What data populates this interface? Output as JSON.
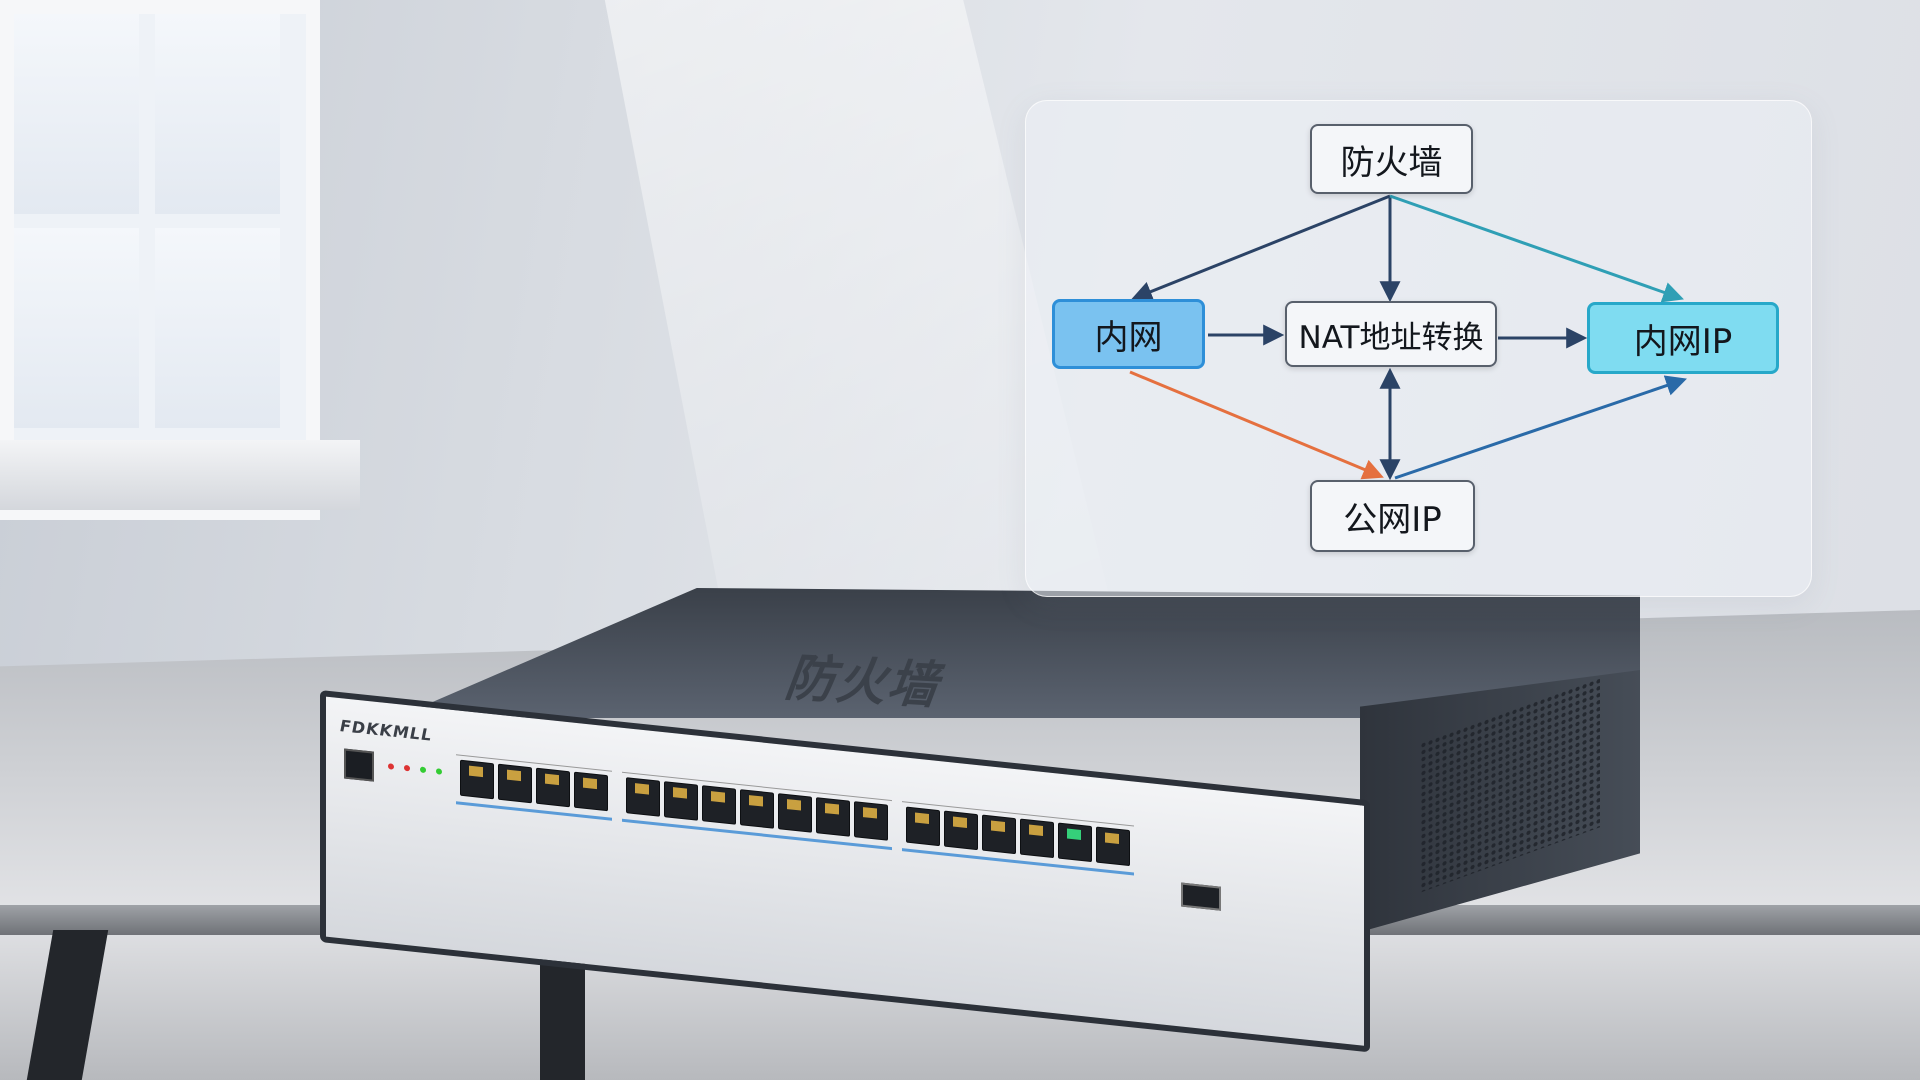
{
  "diagram": {
    "nodes": {
      "firewall": "防火墙",
      "intranet": "内网",
      "nat": "NAT地址转换",
      "intranet_ip": "内网IP",
      "public_ip": "公网IP"
    },
    "edges": [
      {
        "from": "firewall",
        "to": "intranet",
        "color": "#2b4366"
      },
      {
        "from": "firewall",
        "to": "nat",
        "color": "#2b4366"
      },
      {
        "from": "firewall",
        "to": "intranet_ip",
        "color": "#2f9fb5"
      },
      {
        "from": "intranet",
        "to": "nat",
        "color": "#2b4366"
      },
      {
        "from": "nat",
        "to": "intranet_ip",
        "color": "#2b4366"
      },
      {
        "from": "intranet",
        "to": "public_ip",
        "color": "#e5703f"
      },
      {
        "from": "nat",
        "to": "public_ip",
        "color": "#2b4366",
        "bidirectional": true
      },
      {
        "from": "public_ip",
        "to": "intranet_ip",
        "color": "#2a6aa8"
      }
    ]
  },
  "device": {
    "brand": "FDKKMLL",
    "top_logo": "防火墙"
  },
  "colors": {
    "edge_dark": "#2b4366",
    "edge_orange": "#e5703f",
    "edge_teal": "#2f9fb5",
    "node_blue": "#7ac2f0",
    "node_cyan": "#7fdcf1"
  }
}
